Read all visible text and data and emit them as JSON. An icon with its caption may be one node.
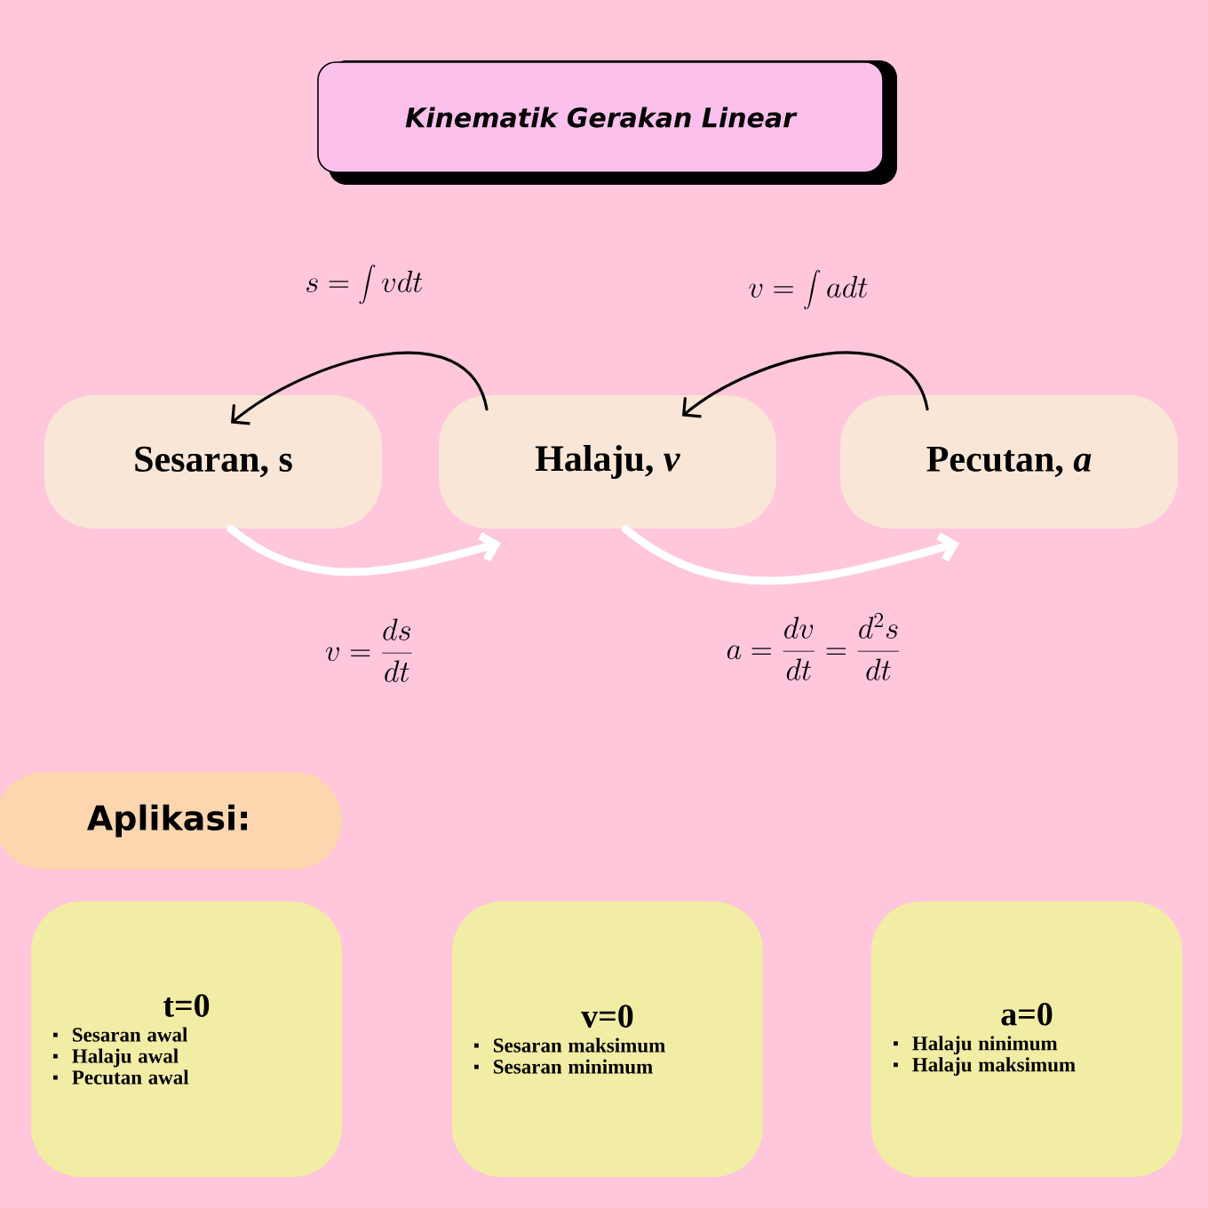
{
  "diagram": {
    "title": "Kinematik Gerakan Linear",
    "nodes": [
      {
        "text": [
          "Sesaran, s"
        ]
      },
      {
        "text": [
          "Halaju, *v*"
        ]
      },
      {
        "text": [
          "Pecutan, *a*"
        ]
      },
      {
        "text": [
          "Aplikasi:"
        ]
      },
      {
        "text": [
          "t=0",
          "Sesaran awal",
          "Halaju awal",
          "Pecutan awal"
        ]
      },
      {
        "text": [
          "v=0",
          "Sesaran maksimum",
          "Sesaran minimum"
        ]
      },
      {
        "text": [
          "a=0",
          "Halaju ninimum",
          "Halaju maksimum"
        ]
      }
    ],
    "edges": [
      {
        "from": 1,
        "to": 0,
        "arrow": "to",
        "label": "s = \\int vdt"
      },
      {
        "from": 2,
        "to": 1,
        "arrow": "to",
        "label": "v = \\int adt"
      },
      {
        "from": 0,
        "to": 1,
        "arrow": "to",
        "label": "v = \\frac{ds}{dt}",
        "style": "thick",
        "color": "#ffffff"
      },
      {
        "from": 1,
        "to": 2,
        "arrow": "to",
        "label": "a = \\frac{dv}{dt} = \\frac{d^2s}{dt}",
        "style": "thick",
        "color": "#ffffff"
      }
    ]
  }
}
